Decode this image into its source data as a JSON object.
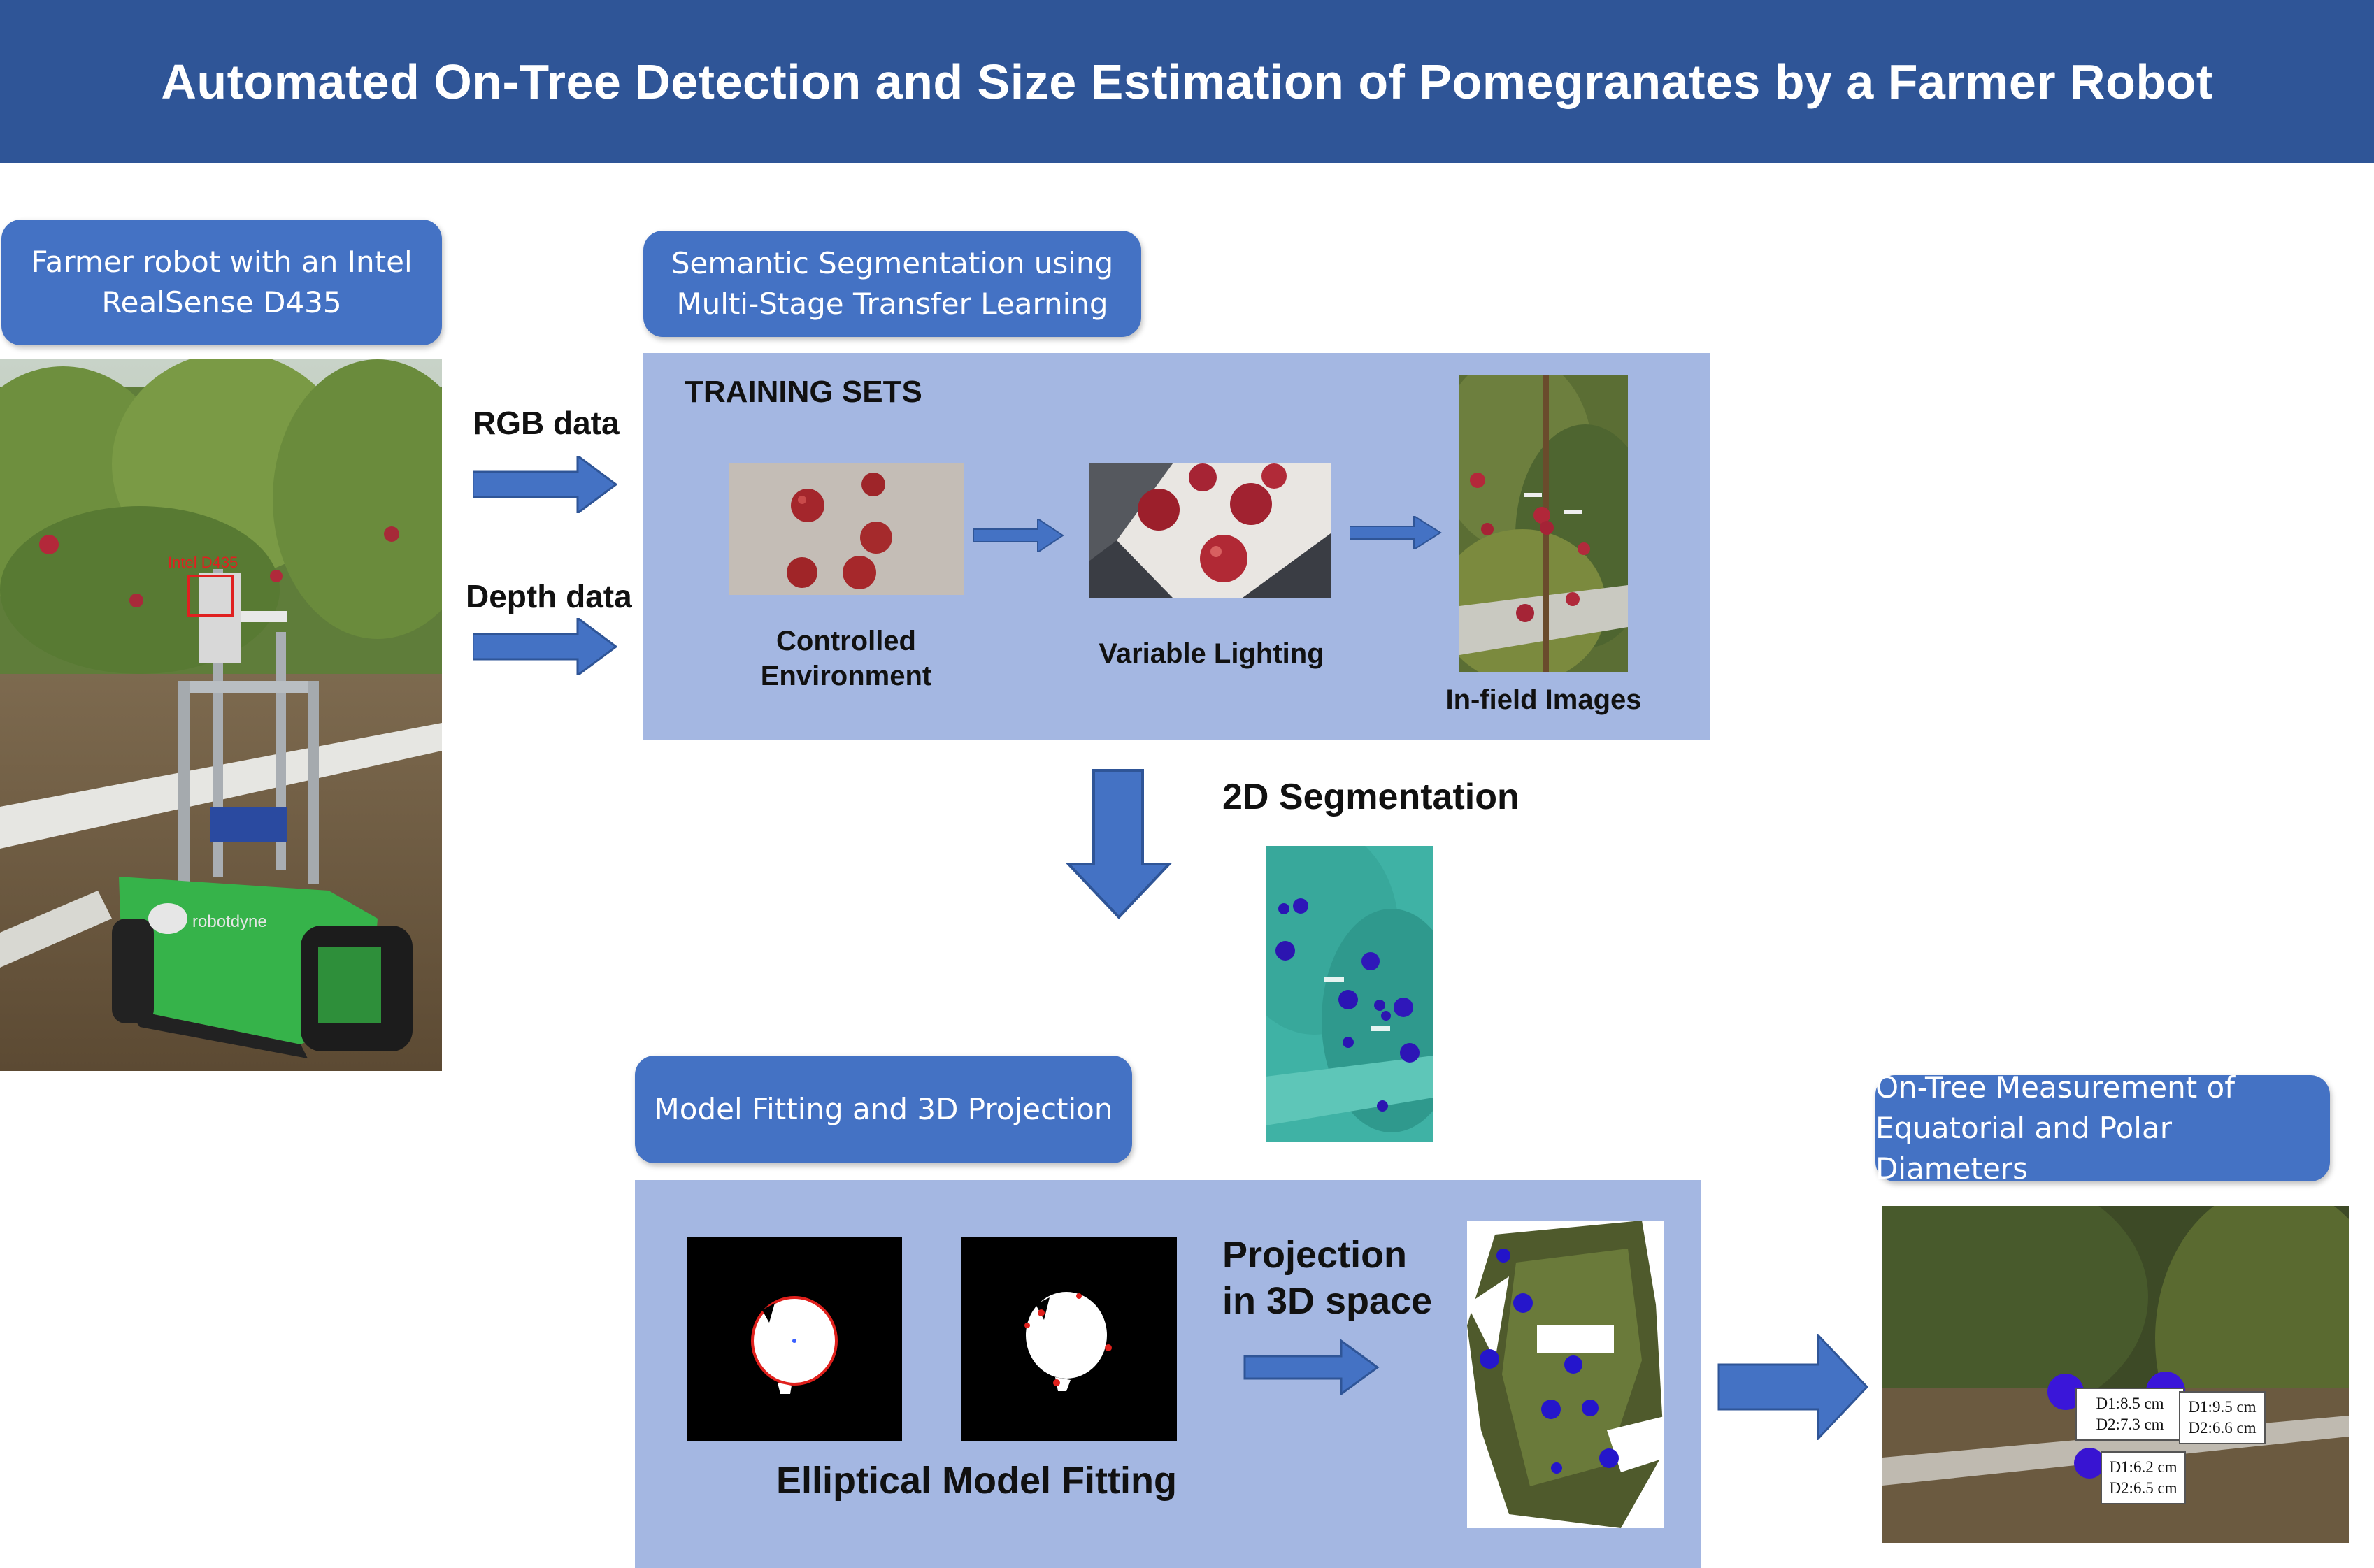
{
  "title": "Automated On-Tree Detection and Size Estimation of Pomegranates by a Farmer Robot",
  "robot_box": {
    "line1": "Farmer robot with an Intel",
    "line2": "RealSense D435"
  },
  "robot_photo": {
    "camera_tag": "Intel D435"
  },
  "inputs": {
    "rgb": "RGB data",
    "depth": "Depth data"
  },
  "segmentation_box": {
    "line1": "Semantic Segmentation using",
    "line2": "Multi-Stage Transfer Learning"
  },
  "training": {
    "heading": "TRAINING SETS",
    "sets": [
      {
        "label_line1": "Controlled",
        "label_line2": "Environment"
      },
      {
        "label_line1": "Variable Lighting",
        "label_line2": ""
      },
      {
        "label_line1": "In-field Images",
        "label_line2": ""
      }
    ]
  },
  "seg2d_label": "2D Segmentation",
  "fitting_box": "Model Fitting and 3D Projection",
  "fitting": {
    "elliptical_label": "Elliptical Model Fitting",
    "projection_line1": "Projection",
    "projection_line2": "in 3D space"
  },
  "measurement_box": {
    "line1": "On-Tree Measurement of",
    "line2": "Equatorial and Polar Diameters"
  },
  "measurements": [
    {
      "d1": "D1:8.5 cm",
      "d2": "D2:7.3 cm"
    },
    {
      "d1": "D1:9.5 cm",
      "d2": "D2:6.6 cm"
    },
    {
      "d1": "D1:6.2 cm",
      "d2": "D2:6.5 cm"
    }
  ],
  "colors": {
    "banner": "#2f5597",
    "box": "#4472c4",
    "panel": "#a4b7e2",
    "arrow": "#4472c4"
  }
}
